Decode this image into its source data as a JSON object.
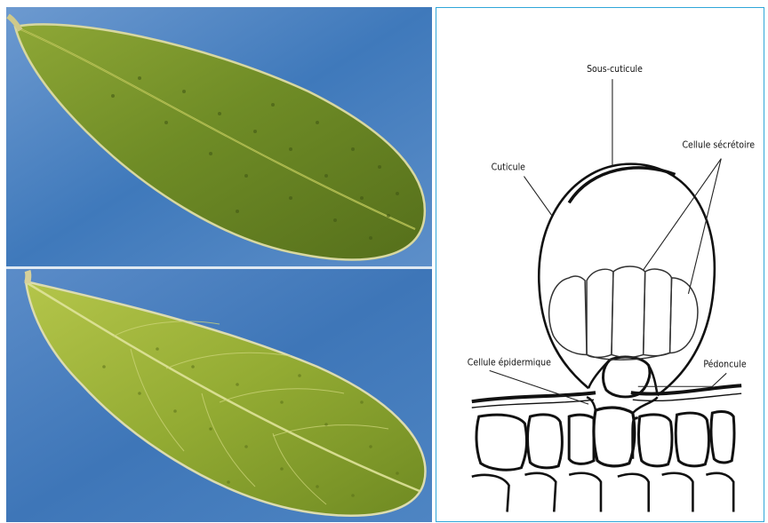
{
  "figure": {
    "top_photo": {
      "caption": ""
    },
    "bottom_photo": {
      "caption": ""
    },
    "diagram": {
      "labels": {
        "sous_cuticule": "Sous-cuticule",
        "cuticule": "Cuticule",
        "cellule_secretoire": "Cellule sécrétoire",
        "cellule_epidermique": "Cellule épidermique",
        "pedoncule": "Pédoncule"
      }
    }
  },
  "colors": {
    "background_blue": "#4f86c2",
    "leaf_green_dark": "#5f7b1f",
    "leaf_green_light": "#a8bb3e",
    "panel_border": "#2fa6d9"
  }
}
